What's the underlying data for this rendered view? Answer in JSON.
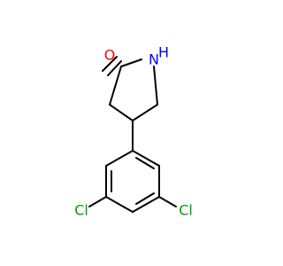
{
  "molecule": {
    "atoms": [
      {
        "id": "O1",
        "label": "O",
        "color": "#ff0000"
      },
      {
        "id": "N1",
        "label": "N",
        "color": "#0000ff"
      },
      {
        "id": "H1",
        "label": "H",
        "color": "#0000ff"
      },
      {
        "id": "Cl1",
        "label": "Cl",
        "color": "#00a000"
      },
      {
        "id": "Cl2",
        "label": "Cl",
        "color": "#00a000"
      }
    ]
  }
}
